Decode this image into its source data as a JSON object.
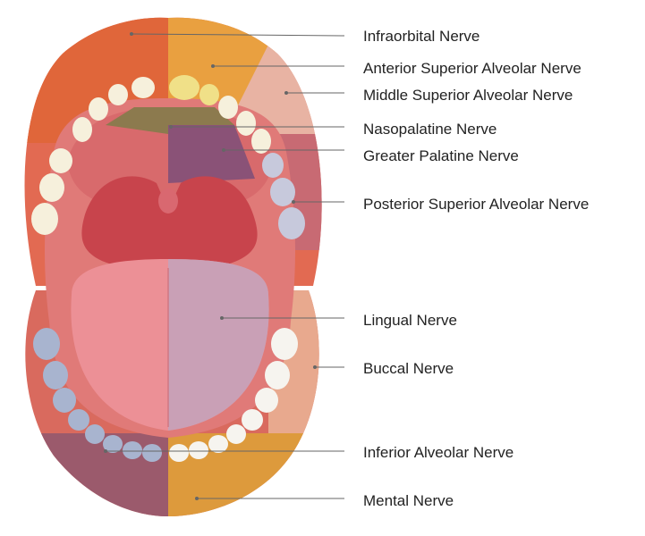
{
  "labels": {
    "infraorbital": "Infraorbital Nerve",
    "anterior_superior_alveolar": "Anterior Superior Alveolar Nerve",
    "middle_superior_alveolar": "Middle Superior Alveolar Nerve",
    "nasopalatine": "Nasopalatine Nerve",
    "greater_palatine": "Greater Palatine Nerve",
    "posterior_superior_alveolar": "Posterior Superior Alveolar Nerve",
    "lingual": "Lingual Nerve",
    "buccal": "Buccal Nerve",
    "inferior_alveolar": "Inferior Alveolar Nerve",
    "mental": "Mental Nerve"
  },
  "colors": {
    "infraorbital": "#e0663a",
    "anterior_superior_alveolar": "#e9a040",
    "middle_superior_alveolar": "#e8b3a3",
    "nasopalatine": "#8c7a4e",
    "greater_palatine": "#8a5277",
    "posterior_superior_alveolar": "#c86a73",
    "lingual": "#c9a0b6",
    "buccal": "#e8a98e",
    "inferior_alveolar": "#a8b4cf",
    "mental": "#dd9a3c",
    "inferior_alveolar_lip": "#9b5a6c"
  }
}
